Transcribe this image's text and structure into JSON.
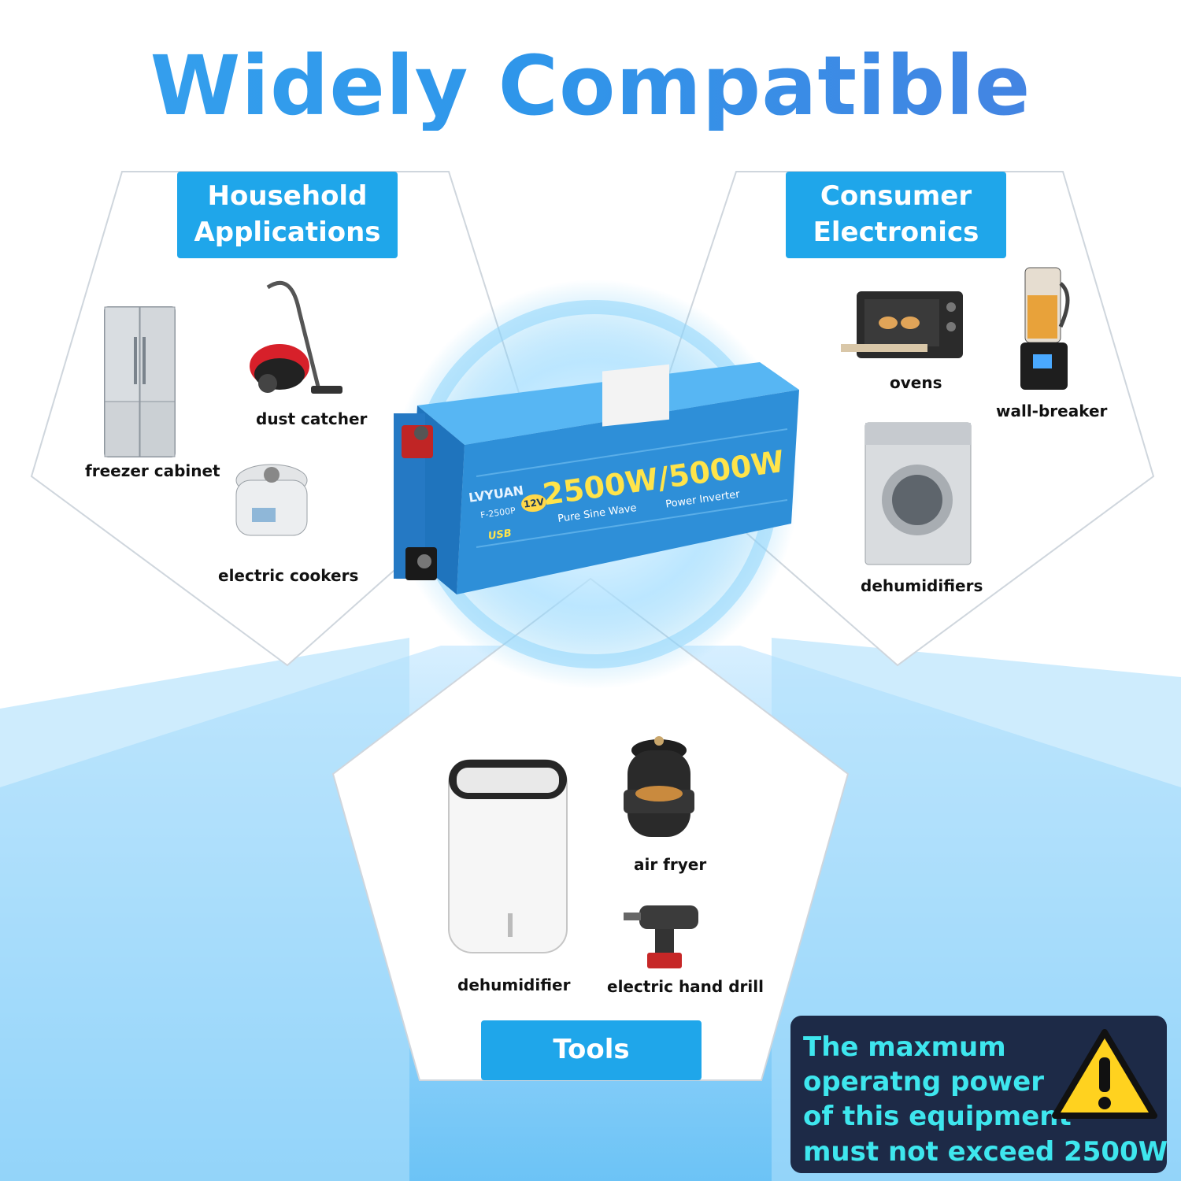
{
  "headline": "Widely Compatible",
  "categories": {
    "household": {
      "line1": "Household",
      "line2": "Applications"
    },
    "consumer": {
      "line1": "Consumer",
      "line2": "Electronics"
    },
    "tools": {
      "label": "Tools"
    }
  },
  "household_items": [
    "freezer cabinet",
    "dust catcher",
    "electric cookers"
  ],
  "consumer_items": [
    "ovens",
    "wall-breaker",
    "dehumidifiers"
  ],
  "tools_items": [
    "dehumidifier",
    "air fryer",
    "electric hand drill"
  ],
  "product": {
    "brand": "LVYUAN",
    "model": "F-2500P",
    "voltage": "12V",
    "power_rating": "2500W/5000W",
    "wave": "Pure Sine Wave",
    "type": "Power Inverter",
    "usb": "USB"
  },
  "warning": {
    "line1": "The maxmum",
    "line2": "operatng power",
    "line3": "of this equipment",
    "line4": "must not exceed 2500W"
  },
  "colors": {
    "accent": "#1fa6ea",
    "warning_bg": "#1d2a47",
    "warning_text": "#3ee6ee",
    "inverter": "#2e8fd8"
  }
}
